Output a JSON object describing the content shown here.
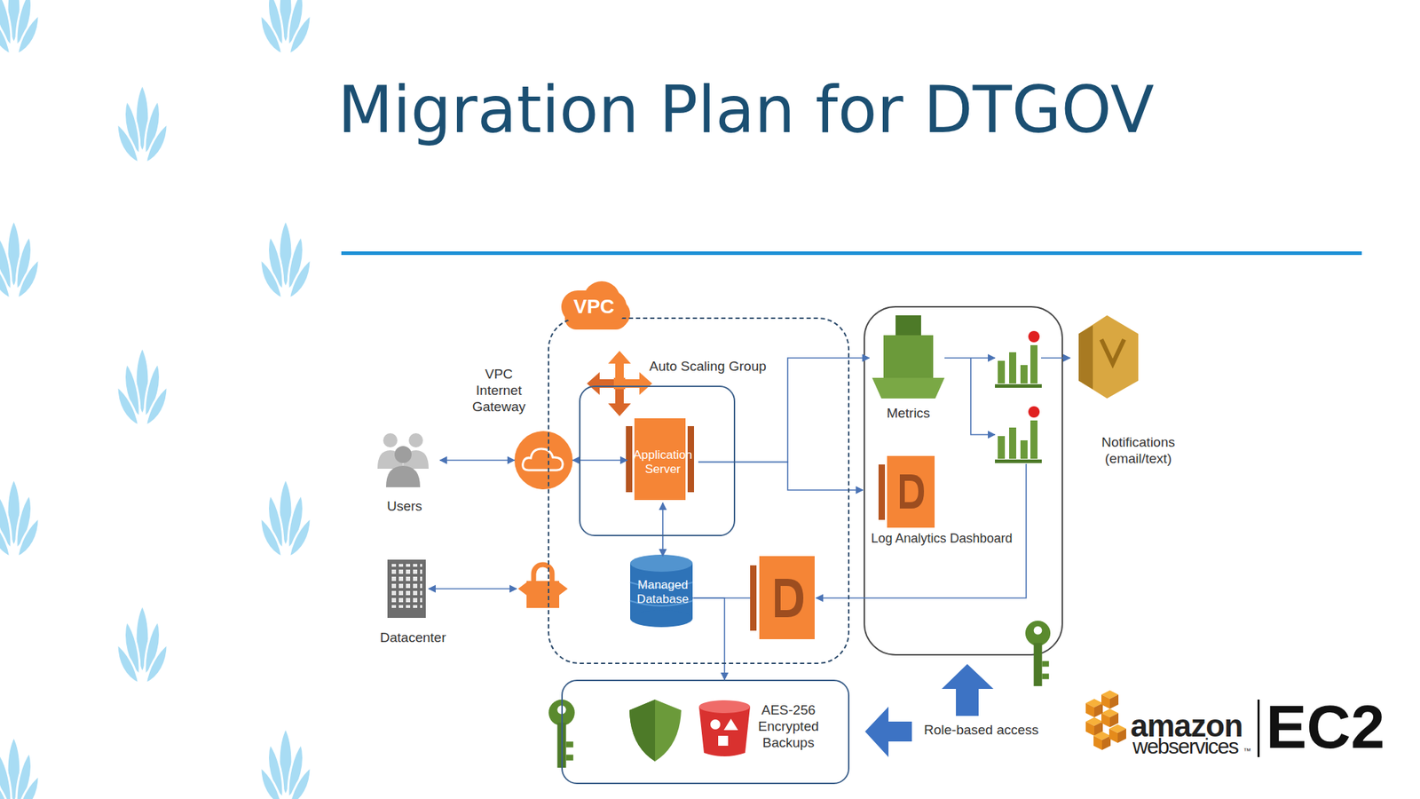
{
  "diagram": {
    "title": "Migration Plan for DTGOV",
    "nodes": [
      {
        "text": [
          "VPC"
        ]
      },
      {
        "text": [
          "Auto Scaling Group"
        ],
        "in": 0
      },
      {
        "text": [
          "Application Server"
        ],
        "in": 1
      },
      {
        "text": [
          "Managed Database"
        ],
        "in": 0
      },
      {
        "text": [
          "Users"
        ]
      },
      {
        "text": [
          "VPC Internet Gateway"
        ]
      },
      {
        "text": [
          "Datacenter"
        ]
      },
      {
        "text": [
          "Metrics"
        ]
      },
      {
        "text": [
          "Log Analytics Dashboard"
        ]
      },
      {
        "text": [
          "Notifications (email/text)"
        ]
      },
      {
        "text": [
          "AES-256 Encrypted Backups"
        ]
      }
    ],
    "edges": [
      {
        "from": 4,
        "to": 5,
        "arrow": "both"
      },
      {
        "from": 5,
        "to": 2,
        "arrow": "both"
      },
      {
        "from": 2,
        "to": 7,
        "arrow": "to"
      },
      {
        "from": 2,
        "to": 8,
        "arrow": "to"
      },
      {
        "from": 2,
        "to": 3,
        "arrow": "both"
      },
      {
        "from": 3,
        "to": 10,
        "arrow": "to"
      }
    ],
    "labels": [
      "Role-based access",
      "amazon",
      "webservices",
      "™",
      "EC2"
    ]
  }
}
